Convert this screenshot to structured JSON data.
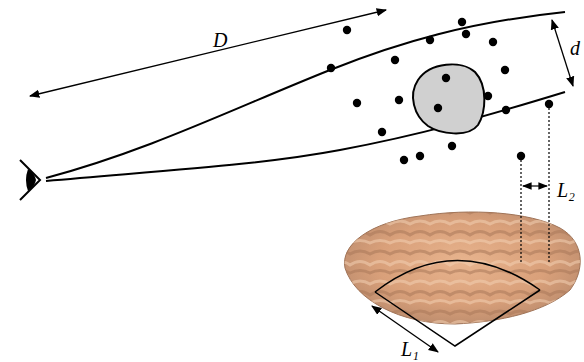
{
  "diagram": {
    "labels": [
      "D",
      "d",
      "L₂",
      "L₁"
    ]
  }
}
